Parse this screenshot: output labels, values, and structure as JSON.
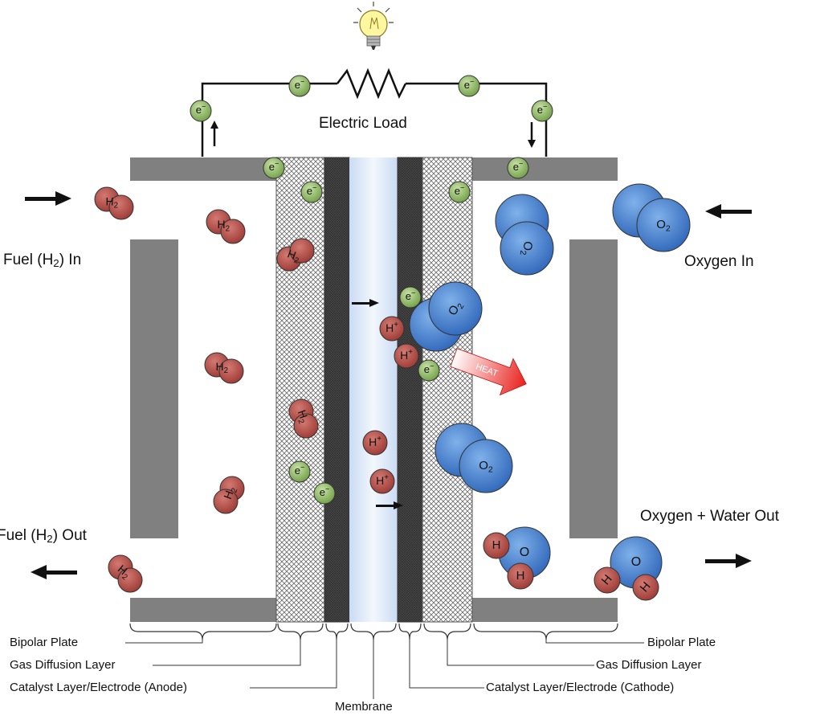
{
  "circuit": {
    "load_label": "Electric Load"
  },
  "flows": {
    "fuel_in_prefix": "Fuel (H",
    "fuel_in_sub": "2",
    "fuel_in_suffix": ") In",
    "fuel_out_prefix": "Fuel (H",
    "fuel_out_sub": "2",
    "fuel_out_suffix": ") Out",
    "oxygen_in": "Oxygen In",
    "oxygen_water_out": "Oxygen + Water Out"
  },
  "molecules": {
    "h2": {
      "main": "H",
      "sub": "2"
    },
    "o2": {
      "main": "O",
      "sub": "2"
    },
    "electron": {
      "main": "e",
      "sup": "−"
    },
    "proton": {
      "main": "H",
      "sup": "+"
    },
    "water_o": "O",
    "water_h": "H",
    "heat": "HEAT"
  },
  "layers": {
    "bipolar_left": "Bipolar Plate",
    "bipolar_right": "Bipolar Plate",
    "gdl_left": "Gas Diffusion Layer",
    "gdl_right": "Gas Diffusion Layer",
    "catalyst_anode": "Catalyst Layer/Electrode (Anode)",
    "catalyst_cathode": "Catalyst Layer/Electrode (Cathode)",
    "membrane": "Membrane"
  },
  "colors": {
    "plate": "#808080",
    "h2_fill": "#b84a44",
    "o2_fill": "#3f7fcf",
    "electron_fill": "#8fbe63",
    "membrane_fill": "#dce8f7",
    "heat_arrow": "#e8201c"
  }
}
